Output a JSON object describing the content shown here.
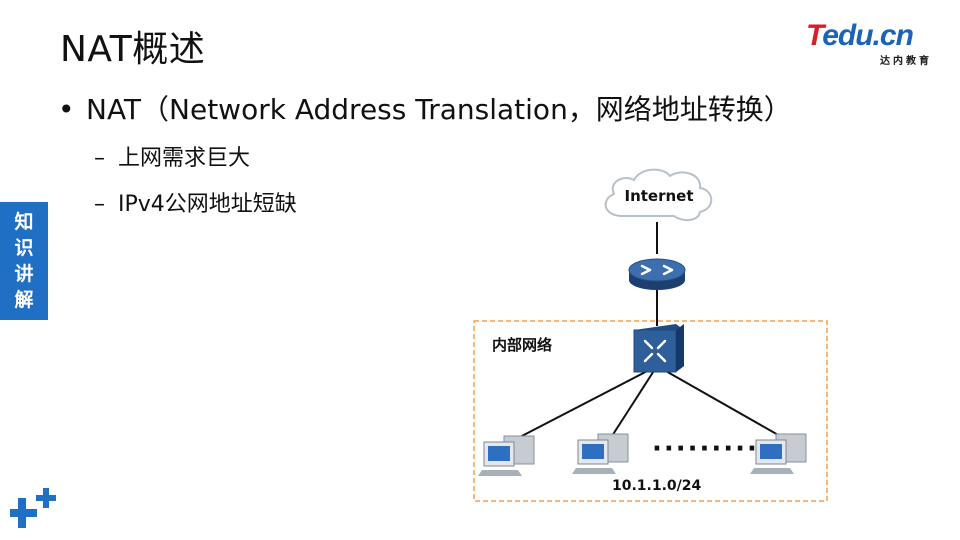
{
  "slide": {
    "title": "NAT概述",
    "logo": {
      "brand_t": "T",
      "brand_rest": "edu.cn",
      "subtitle": "达内教育"
    },
    "bullet": {
      "marker": "•",
      "text": "NAT（Network Address Translation，网络地址转换）"
    },
    "sub_items": [
      {
        "marker": "–",
        "text": "上网需求巨大"
      },
      {
        "marker": "–",
        "text": "IPv4公网地址短缺"
      }
    ],
    "side_tab": [
      "知",
      "识",
      "讲",
      "解"
    ]
  },
  "diagram": {
    "internet_label": "Internet",
    "lan_label": "内部网络",
    "subnet_label": "10.1.1.0/24",
    "ellipsis": "·········",
    "colors": {
      "lan_border": "#f0a050",
      "device_blue": "#2f5f9a",
      "cloud_stroke": "#b8c0c8"
    }
  },
  "icons": {
    "cloud": "cloud-icon",
    "router": "router-icon",
    "switch": "switch-icon",
    "pc": "computer-icon",
    "plus": "plus-icon"
  }
}
